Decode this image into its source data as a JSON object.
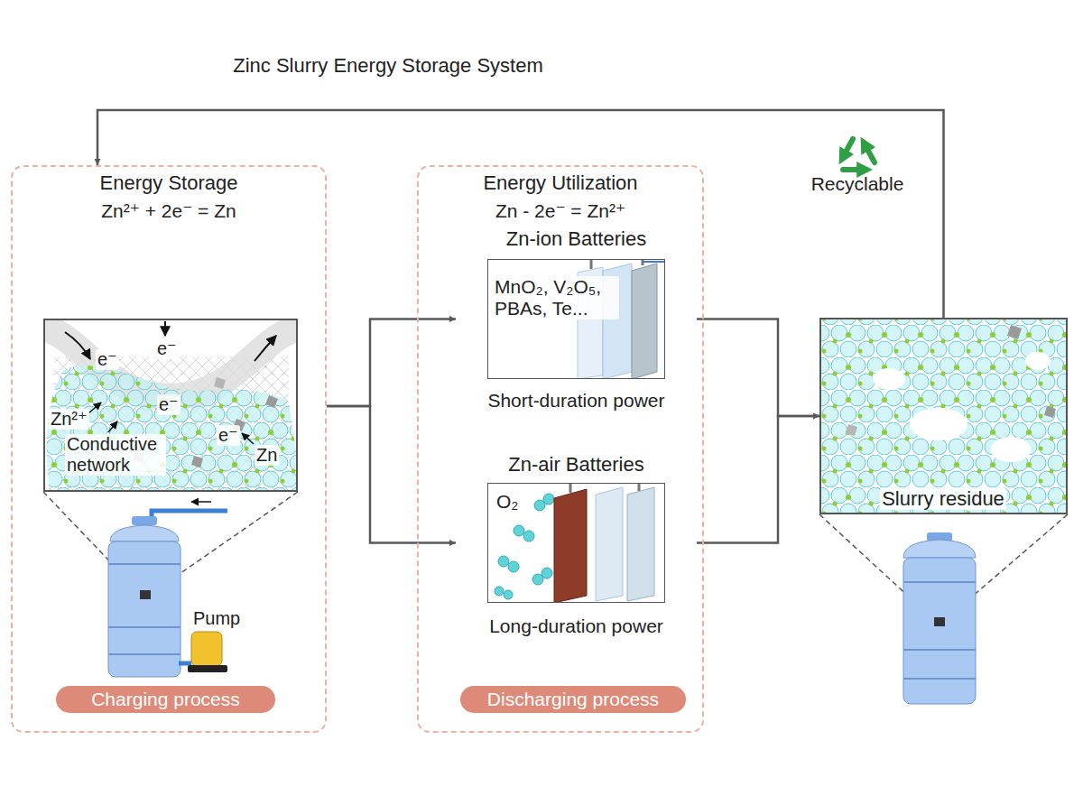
{
  "diagram": {
    "title": "Zinc Slurry Energy Storage System",
    "nodes": [
      {
        "text": [
          "Energy Storage",
          "Zn²⁺ + 2e⁻ = Zn"
        ]
      },
      {
        "text": [
          "e⁻",
          "e⁻",
          "e⁻",
          "e⁻",
          "Zn²⁺",
          "Conductive network",
          "Zn"
        ],
        "in": 0
      },
      {
        "text": [
          "Charging process"
        ],
        "in": 0
      },
      {
        "text": [
          "Energy Utilization",
          "Zn - 2e⁻ = Zn²⁺"
        ]
      },
      {
        "text": [
          "Zn-ion Batteries",
          "MnO₂, V₂O₅, PBAs, Te...",
          "Short-duration power"
        ],
        "in": 3
      },
      {
        "text": [
          "Zn-air Batteries",
          "O₂",
          "Long-duration power"
        ],
        "in": 3
      },
      {
        "text": [
          "Discharging process"
        ],
        "in": 3
      },
      {
        "text": [
          "Slurry residue"
        ]
      }
    ],
    "edges": [
      {
        "from": 0,
        "to": 4,
        "arrow": "to"
      },
      {
        "from": 0,
        "to": 5,
        "arrow": "to"
      },
      {
        "from": 4,
        "to": 7,
        "arrow": "to"
      },
      {
        "from": 5,
        "to": 7,
        "arrow": "to"
      },
      {
        "from": 7,
        "to": 0,
        "label": "Recyclable",
        "arrow": "to"
      }
    ],
    "labels": [
      "Pump"
    ]
  }
}
